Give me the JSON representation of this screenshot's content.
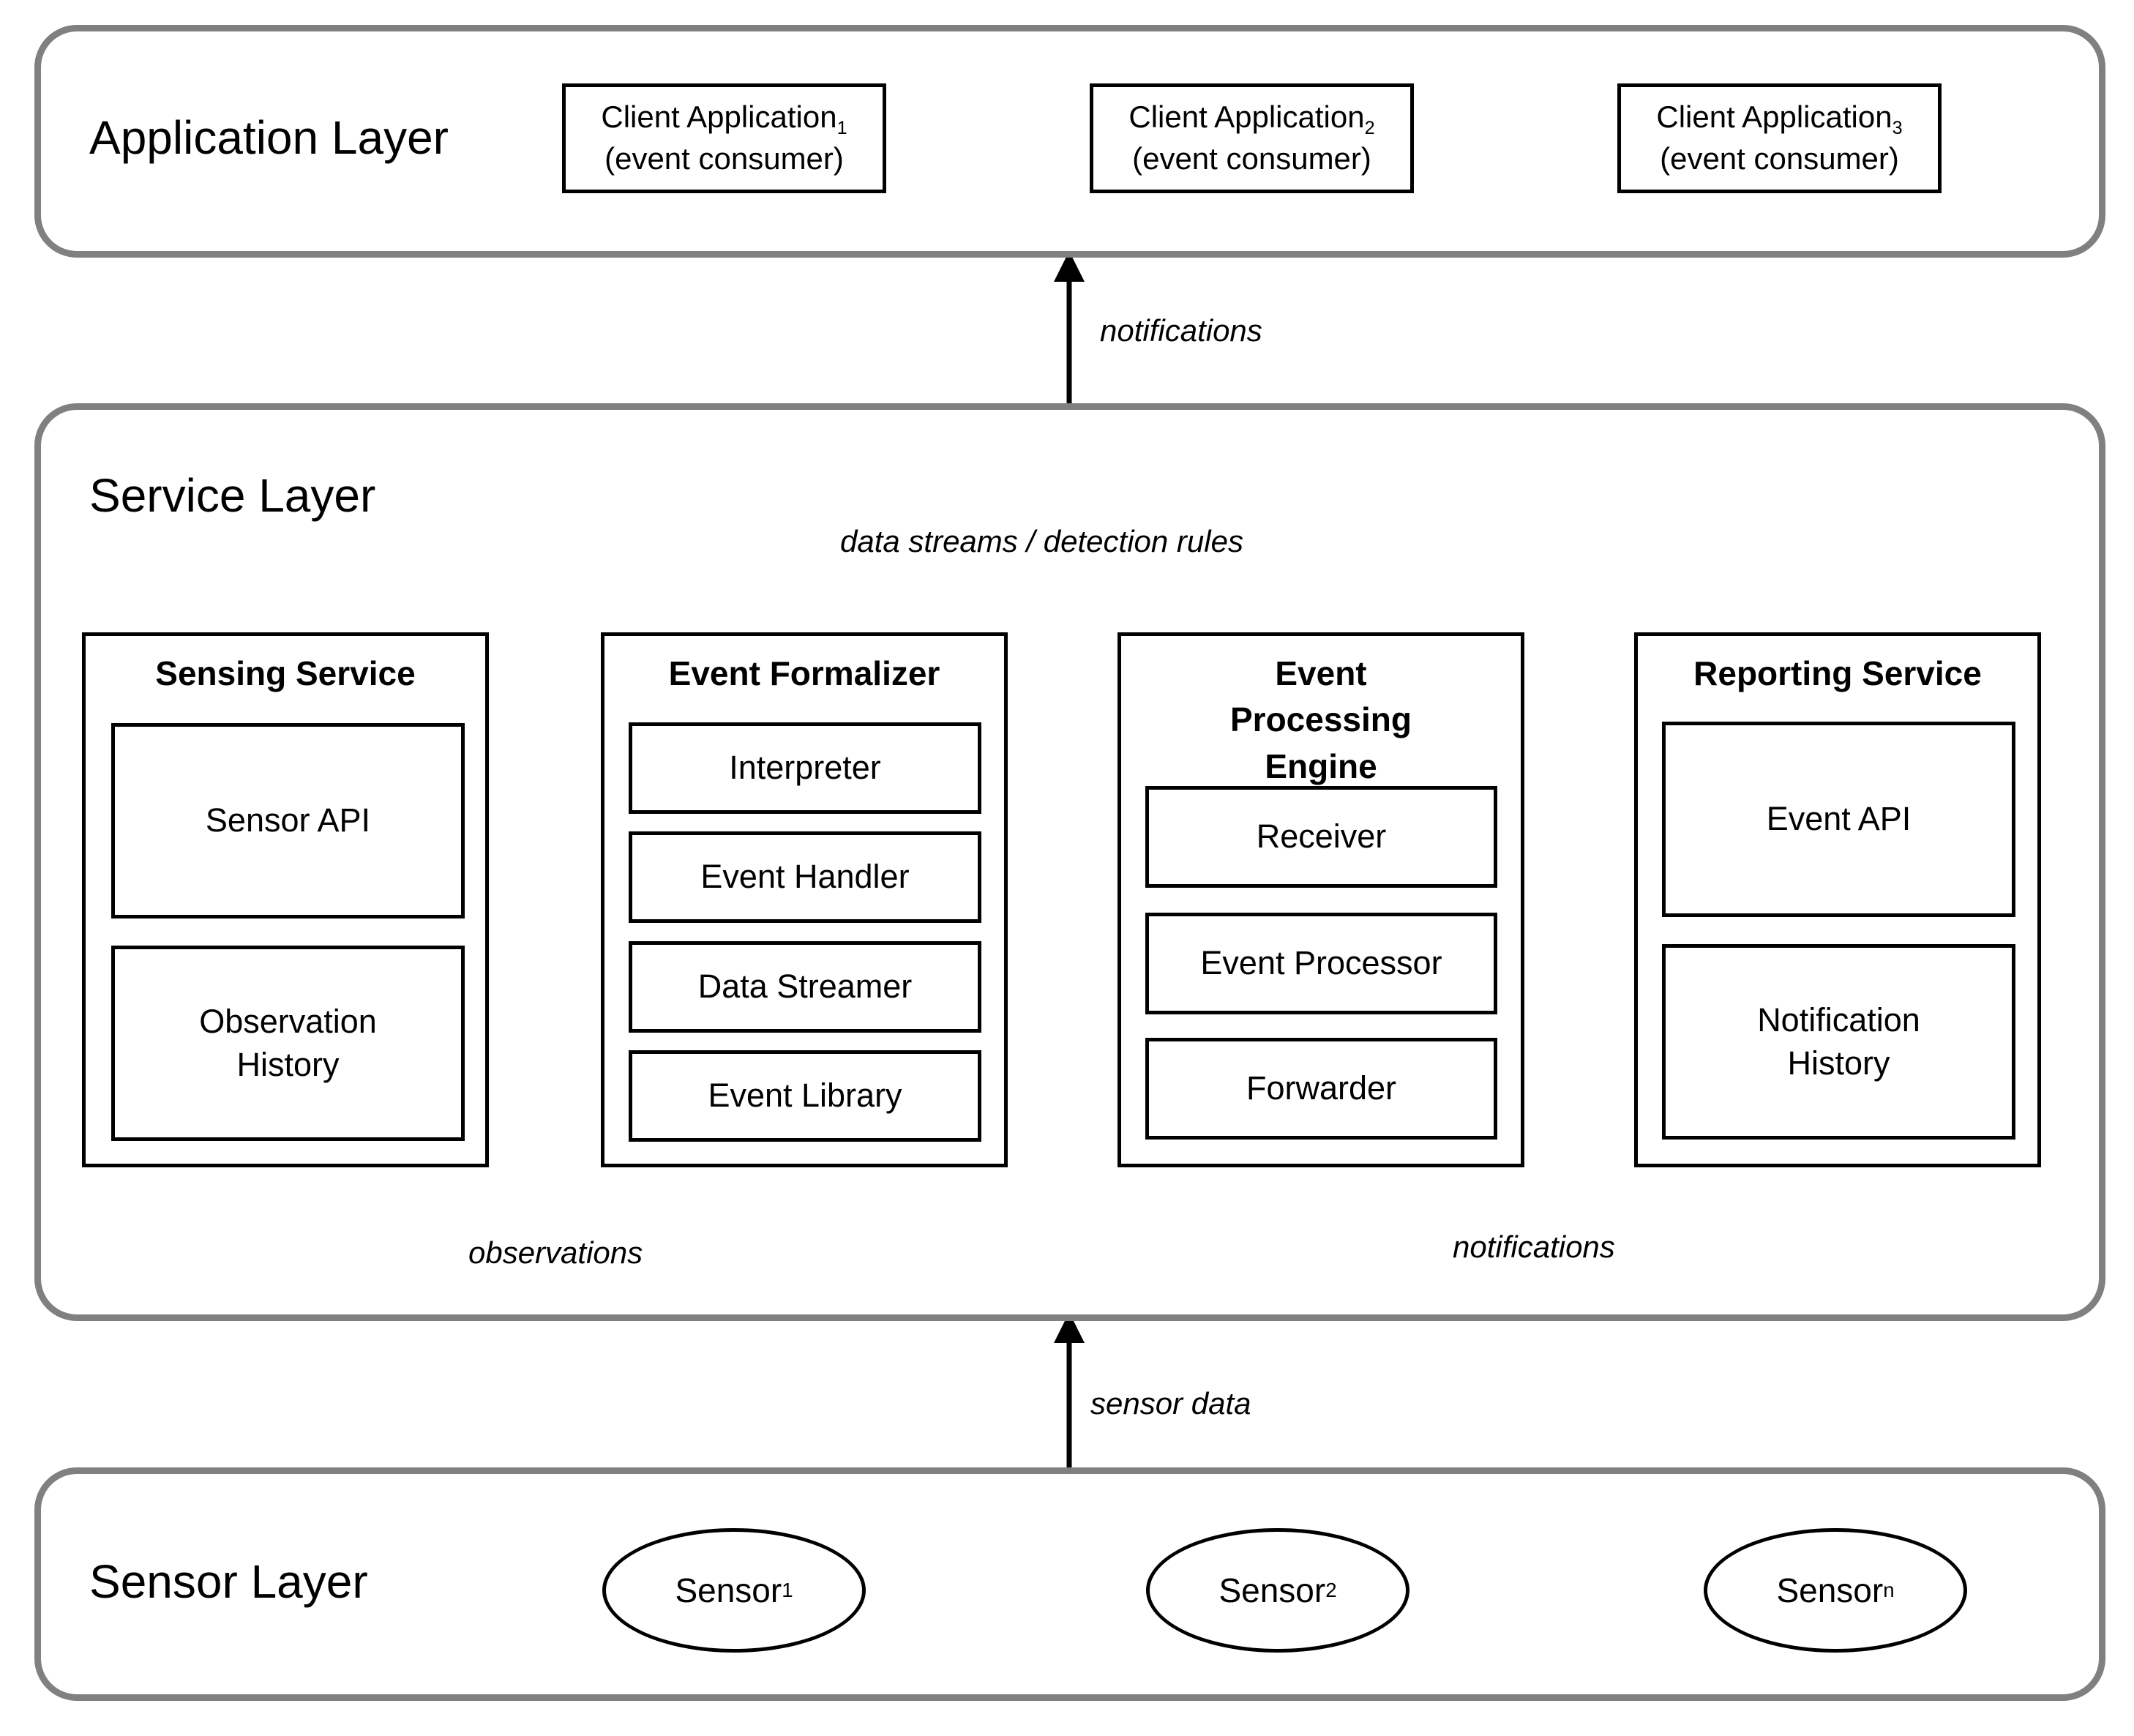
{
  "application_layer": {
    "title": "Application Layer",
    "clients": [
      {
        "name": "Client Application",
        "index": "1",
        "role": "(event consumer)"
      },
      {
        "name": "Client Application",
        "index": "2",
        "role": "(event consumer)"
      },
      {
        "name": "Client Application",
        "index": "3",
        "role": "(event consumer)"
      }
    ]
  },
  "service_layer": {
    "title": "Service Layer",
    "sensing_service": {
      "title": "Sensing Service",
      "items": [
        "Sensor API",
        "Observation History"
      ]
    },
    "event_formalizer": {
      "title": "Event Formalizer",
      "items": [
        "Interpreter",
        "Event Handler",
        "Data Streamer",
        "Event Library"
      ]
    },
    "event_processing_engine": {
      "title": "Event Processing Engine",
      "items": [
        "Receiver",
        "Event Processor",
        "Forwarder"
      ]
    },
    "reporting_service": {
      "title": "Reporting Service",
      "items": [
        "Event API",
        "Notification History"
      ]
    }
  },
  "sensor_layer": {
    "title": "Sensor Layer",
    "sensors": [
      {
        "name": "Sensor",
        "index": "1"
      },
      {
        "name": "Sensor",
        "index": "2"
      },
      {
        "name": "Sensor",
        "index": "n"
      }
    ]
  },
  "connectors": {
    "notifications_up": "notifications",
    "data_streams": "data streams / detection rules",
    "observations": "observations",
    "notifications_internal": "notifications",
    "sensor_data": "sensor data"
  }
}
